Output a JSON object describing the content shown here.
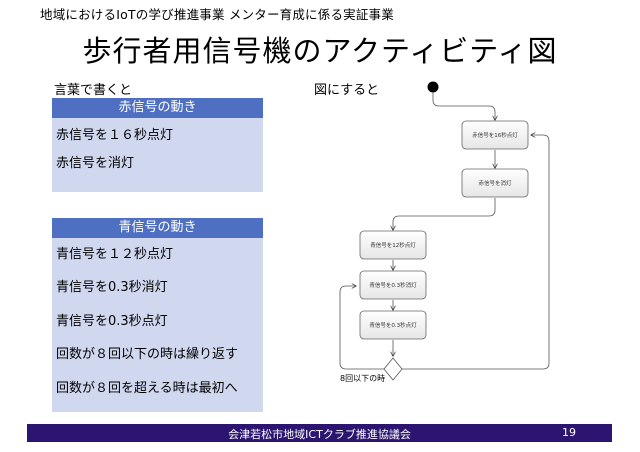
{
  "header": {
    "project_line": "地域におけるIoTの学び推進事業 メンター育成に係る実証事業",
    "title": "歩行者用信号機のアクティビティ図"
  },
  "left_column": {
    "label": "言葉で書くと",
    "red_panel": {
      "heading": "赤信号の動き",
      "lines": [
        "赤信号を１６秒点灯",
        "赤信号を消灯"
      ]
    },
    "blue_panel": {
      "heading": "青信号の動き",
      "lines": [
        "青信号を１２秒点灯",
        "青信号を0.3秒消灯",
        "青信号を0.3秒点灯",
        "回数が８回以下の時は繰り返す",
        "回数が８回を超える時は最初へ"
      ]
    }
  },
  "right_column": {
    "label": "図にすると",
    "activities": [
      "赤信号を16秒点灯",
      "赤信号を消灯",
      "青信号を12秒点灯",
      "青信号を0.3秒消灯",
      "青信号を0.3秒点灯"
    ],
    "loop_guard": "8回以下の時"
  },
  "footer": {
    "organization": "会津若松市地域ICTクラブ推進協議会",
    "page_number": "19"
  }
}
